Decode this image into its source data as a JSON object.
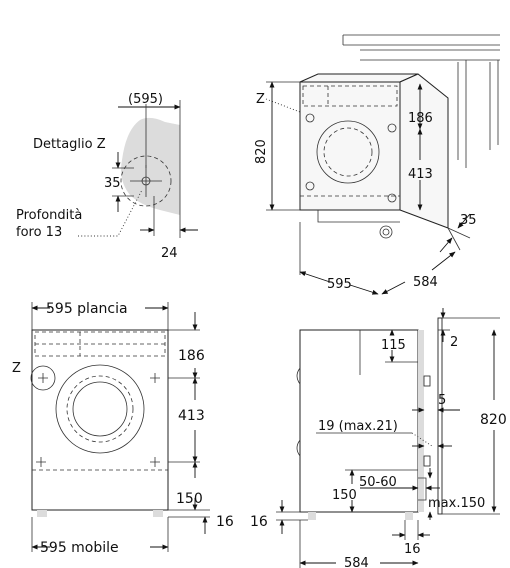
{
  "detail": {
    "label_595_paren": "(595)",
    "title": "Dettaglio Z",
    "dim_35": "35",
    "depth_line1": "Profondità",
    "depth_line2": "foro 13",
    "dim_24": "24"
  },
  "iso_view": {
    "z_label": "Z",
    "dim_820": "820",
    "dim_186": "186",
    "dim_413": "413",
    "dim_35": "35",
    "dim_595": "595",
    "dim_584": "584"
  },
  "front_view": {
    "top_label": "595 plancia",
    "z_label": "Z",
    "dim_186": "186",
    "dim_413": "413",
    "dim_150": "150",
    "dim_16": "16",
    "bottom_label": "595 mobile"
  },
  "side_view": {
    "dim_115": "115",
    "dim_2": "2",
    "dim_820": "820",
    "dim_5": "5",
    "dim_19": "19 (max.21)",
    "dim_50_60": "50-60",
    "dim_150": "150",
    "dim_max150": "max.150",
    "dim_16_left": "16",
    "dim_16_bottom": "16",
    "dim_584": "584"
  }
}
